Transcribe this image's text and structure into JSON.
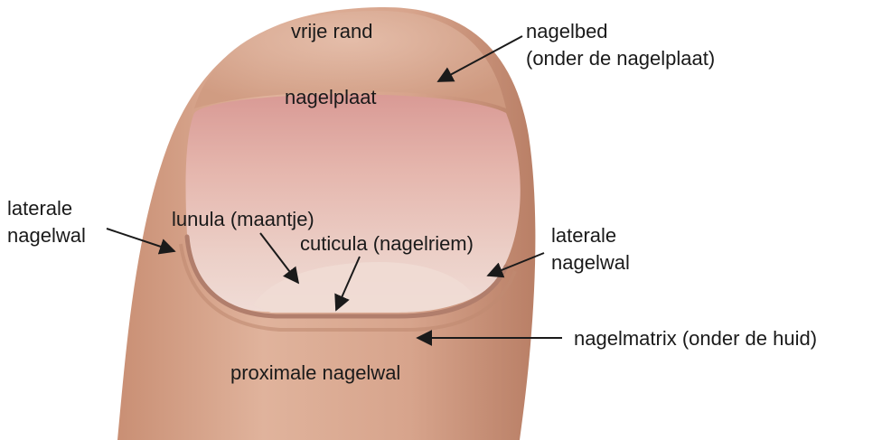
{
  "labels": {
    "free_edge": "vrije rand",
    "nail_bed_1": "nagelbed",
    "nail_bed_2": "(onder de nagelplaat)",
    "nail_plate": "nagelplaat",
    "lateral_left_1": "laterale",
    "lateral_left_2": "nagelwal",
    "lunula": "lunula (maantje)",
    "cuticle": "cuticula (nagelriem)",
    "lateral_right_1": "laterale",
    "lateral_right_2": "nagelwal",
    "matrix": "nagelmatrix (onder de huid)",
    "proximal_fold": "proximale nagelwal"
  },
  "colors": {
    "skin": "#d29e86",
    "skin_shadow": "#b88068",
    "nail_plate": "#e8c0b4",
    "nail_pink": "#d99a95",
    "lunula": "#ecd8d2",
    "text": "#1a1a1a",
    "arrow": "#1a1a1a"
  }
}
